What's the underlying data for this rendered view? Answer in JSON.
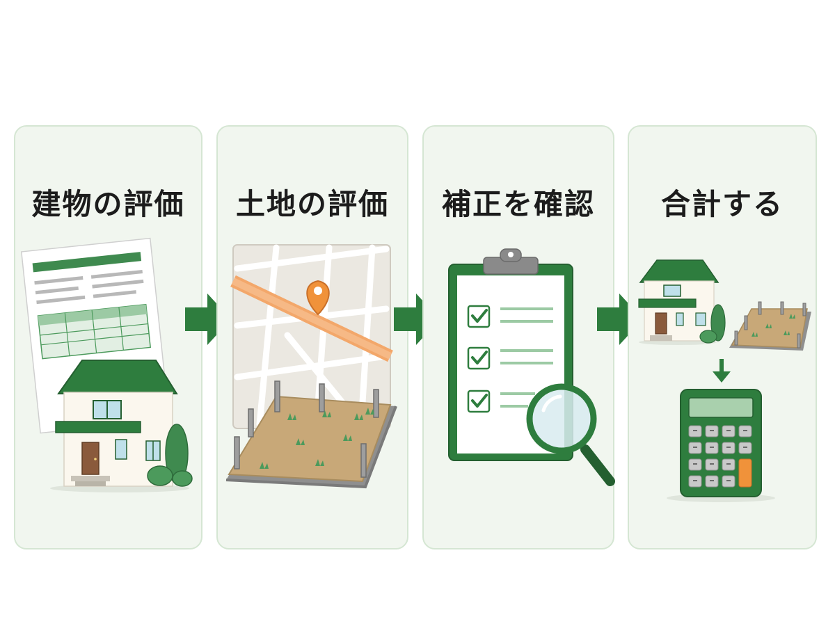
{
  "steps": [
    {
      "label": "建物の評価",
      "icon": "building-document-icon"
    },
    {
      "label": "土地の評価",
      "icon": "land-map-icon"
    },
    {
      "label": "補正を確認",
      "icon": "checklist-magnifier-icon"
    },
    {
      "label": "合計する",
      "icon": "sum-calculator-icon"
    }
  ],
  "colors": {
    "primary_green": "#2e7d3e",
    "dark_green": "#245f30",
    "panel_bg": "#f1f6ef",
    "panel_border": "#d5e6d3",
    "accent_orange": "#f0923a",
    "soil": "#c8a878"
  }
}
